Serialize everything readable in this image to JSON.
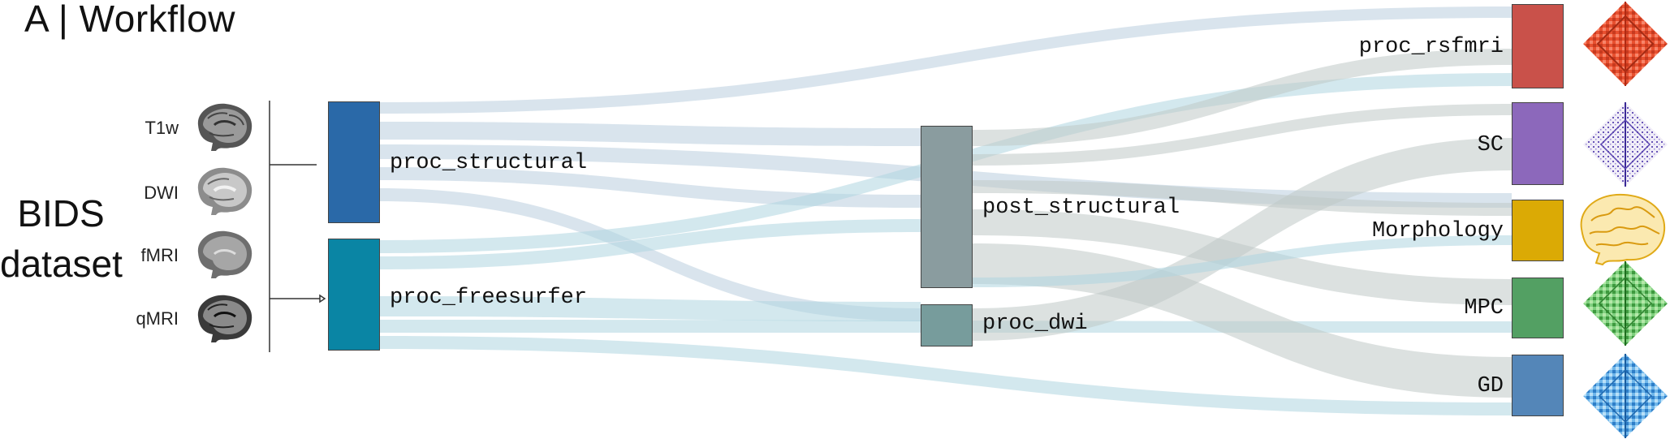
{
  "title": "A | Workflow",
  "input": {
    "label_line1": "BIDS",
    "label_line2": "dataset",
    "modalities": [
      "T1w",
      "DWI",
      "fMRI",
      "qMRI"
    ]
  },
  "nodes": {
    "proc_structural": "proc_structural",
    "proc_freesurfer": "proc_freesurfer",
    "post_structural": "post_structural",
    "proc_dwi": "proc_dwi",
    "proc_rsfmri": "proc_rsfmri",
    "sc": "SC",
    "morphology": "Morphology",
    "mpc": "MPC",
    "gd": "GD"
  },
  "colors": {
    "proc_structural": "#2a69a8",
    "proc_freesurfer": "#0a85a4",
    "post_structural": "#8a9c9f",
    "proc_dwi": "#779c9c",
    "proc_rsfmri": "#c9514a",
    "sc": "#8c68bb",
    "morphology": "#dbaa05",
    "mpc": "#53a063",
    "gd": "#5486b8",
    "flow_structural": "#b9cede",
    "flow_freesurfer": "#aed5e0",
    "flow_post": "#bfc9c7"
  }
}
